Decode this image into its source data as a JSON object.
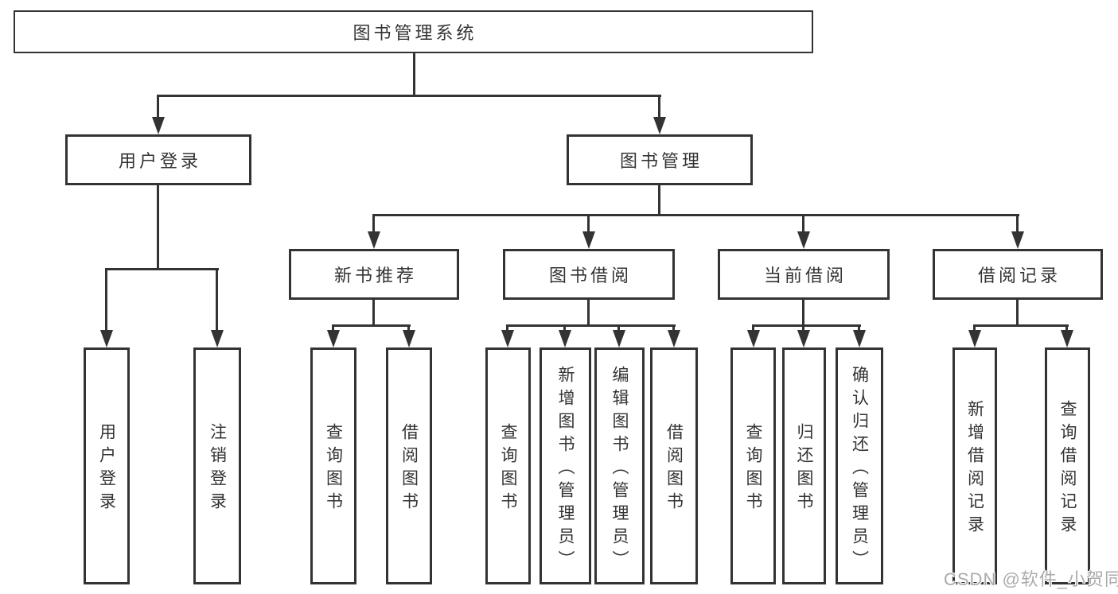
{
  "diagram": {
    "root": {
      "label": "图书管理系统"
    },
    "level2": {
      "user_login": {
        "label": "用户登录"
      },
      "book_management": {
        "label": "图书管理"
      }
    },
    "level3": {
      "new_book": {
        "label": "新书推荐"
      },
      "book_borrow": {
        "label": "图书借阅"
      },
      "current_borrow": {
        "label": "当前借阅"
      },
      "borrow_records": {
        "label": "借阅记录"
      }
    },
    "leaves": {
      "user_login": [
        "用户登录",
        "注销登录"
      ],
      "new_book": [
        "查询图书",
        "借阅图书"
      ],
      "book_borrow": [
        "查询图书",
        "新增图书（管理员）",
        "编辑图书（管理员）",
        "借阅图书"
      ],
      "current_borrow": [
        "查询图书",
        "归还图书",
        "确认归还（管理员）"
      ],
      "borrow_records": [
        "新增借阅记录",
        "查询借阅记录"
      ]
    },
    "watermark": "CSDN @软件_小贺同学",
    "colors": {
      "line": "#333333",
      "text": "#333333",
      "background": "#ffffff",
      "watermark": "#ababab"
    }
  }
}
